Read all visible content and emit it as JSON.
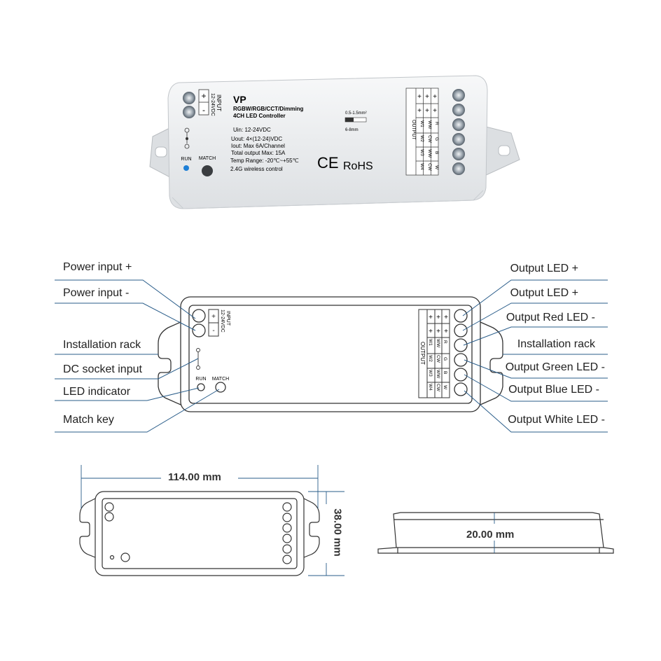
{
  "product": {
    "model": "VP",
    "subtitle1": "RGBW/RGB/CCT/Dimming",
    "subtitle2": "4CH LED Controller",
    "spec1": "Uin: 12-24VDC",
    "spec2": "Uout: 4×(12-24)VDC",
    "spec3": "Iout: Max 6A/Channel",
    "spec4": "Total output Max: 15A",
    "spec5": "Temp Range: -20℃~+55℃",
    "spec6": "2.4G wireless control",
    "wire_gauge": "0.5-1.5mm²",
    "strip_len": "6-8mm",
    "ce": "CE",
    "rohs": "RoHS",
    "run": "RUN",
    "match": "MATCH",
    "input_label": "INPUT",
    "input_voltage": "12-24VDC",
    "plus": "+",
    "minus": "-",
    "output_label": "OUTPUT",
    "out_rows": [
      [
        "W1",
        "WW",
        "R"
      ],
      [
        "W2",
        "CW",
        "G"
      ],
      [
        "W3",
        "WW",
        "B"
      ],
      [
        "W4",
        "CW",
        "W"
      ]
    ]
  },
  "callouts_left": [
    "Power input +",
    "Power input -",
    "Installation rack",
    "DC socket input",
    "LED indicator",
    "Match key"
  ],
  "callouts_right": [
    "Output LED +",
    "Output LED +",
    "Output Red LED -",
    "Installation rack",
    "Output Green LED -",
    "Output Blue LED -",
    "Output White LED -"
  ],
  "dimensions": {
    "length": "114.00 mm",
    "width": "38.00 mm",
    "height": "20.00 mm"
  },
  "colors": {
    "body": "#eceef0",
    "terminal": "#8a96a0",
    "indicator": "#1e7fd6",
    "callout_line": "#2a5d8a"
  }
}
